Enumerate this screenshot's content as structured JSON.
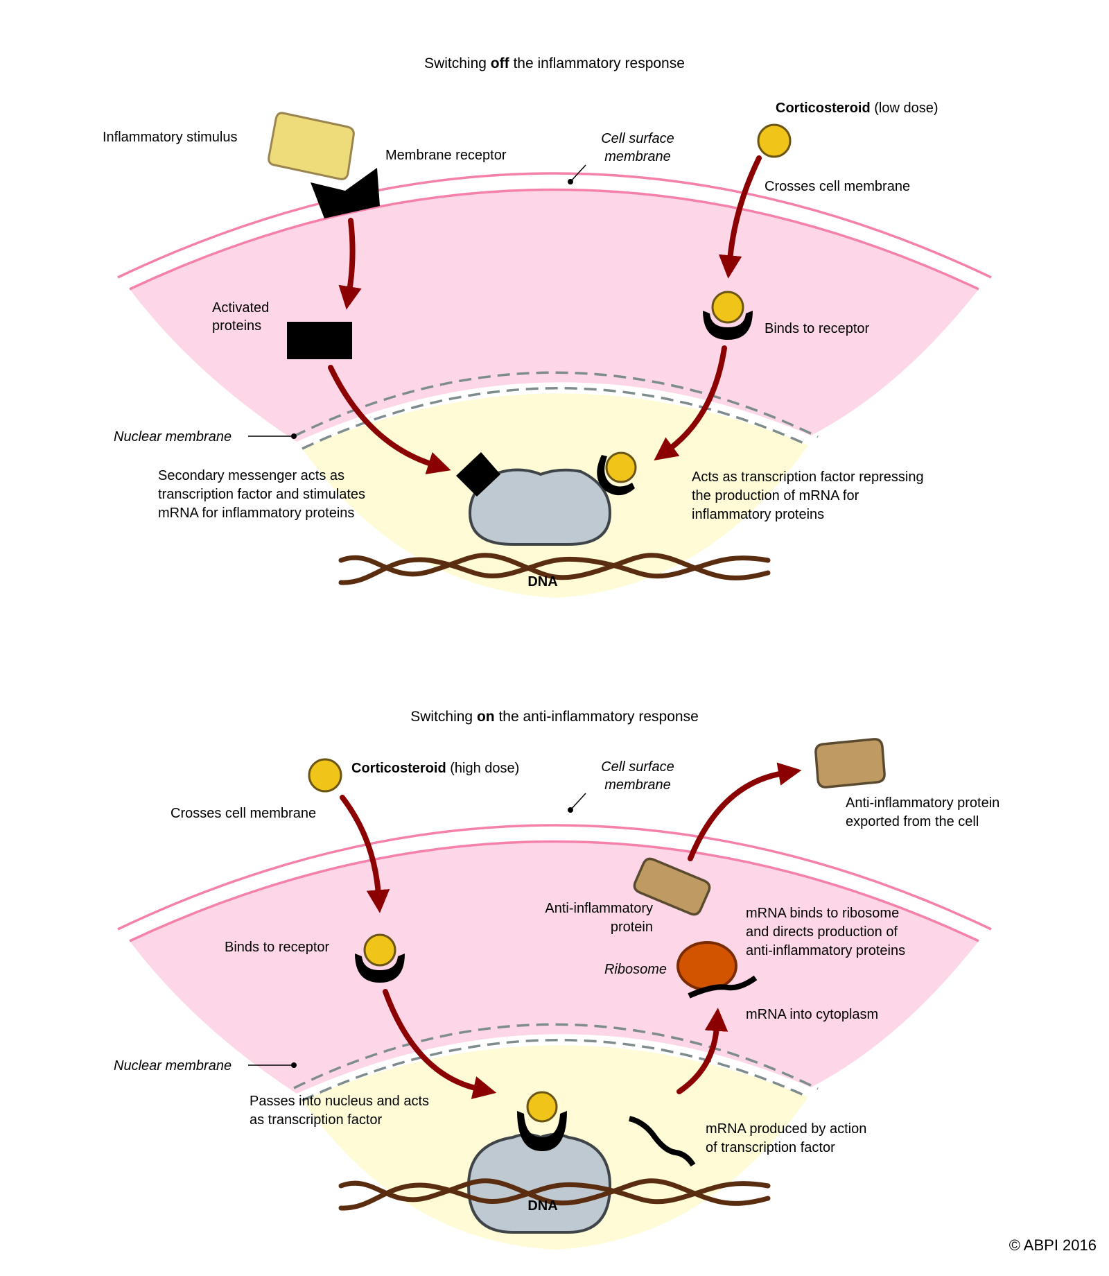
{
  "colors": {
    "membrane": "#f580aa",
    "cytoplasm": "#fdd7e8",
    "nucleus": "#fefbd6",
    "nuclear_membrane": "#7f8c8d",
    "arrow": "#8b0000",
    "corticosteroid_fill": "#f0c419",
    "corticosteroid_stroke": "#6b5515",
    "stimulus_fill": "#eedc7a",
    "stimulus_stroke": "#9a8550",
    "protein_fill": "#bfc9d1",
    "protein_stroke": "#3e4448",
    "dna": "#5a2d10",
    "anti_protein_fill": "#bf9b63",
    "anti_protein_stroke": "#5a4a30",
    "ribosome_fill": "#d35400",
    "ribosome_stroke": "#7a2c00"
  },
  "top_panel": {
    "title_prefix": "Switching ",
    "title_bold": "off",
    "title_suffix": " the inflammatory response",
    "inflammatory_stimulus": "Inflammatory stimulus",
    "membrane_receptor": "Membrane receptor",
    "cell_surface_membrane_line1": "Cell surface",
    "cell_surface_membrane_line2": "membrane",
    "corticosteroid_bold": "Corticosteroid",
    "corticosteroid_dose": " (low dose)",
    "crosses_cell_membrane": "Crosses cell membrane",
    "activated_proteins_line1": "Activated",
    "activated_proteins_line2": "proteins",
    "binds_to_receptor": "Binds to receptor",
    "nuclear_membrane": "Nuclear membrane",
    "secondary_messenger_lines": [
      "Secondary messenger acts as",
      "transcription factor and stimulates",
      "mRNA for inflammatory proteins"
    ],
    "acts_as_tf_lines": [
      "Acts as transcription factor repressing",
      "the production of mRNA for",
      "inflammatory proteins"
    ],
    "dna": "DNA"
  },
  "bottom_panel": {
    "title_prefix": "Switching ",
    "title_bold": "on",
    "title_suffix": " the anti-inflammatory response",
    "corticosteroid_bold": "Corticosteroid",
    "corticosteroid_dose": " (high dose)",
    "crosses_cell_membrane": "Crosses cell membrane",
    "cell_surface_membrane_line1": "Cell surface",
    "cell_surface_membrane_line2": "membrane",
    "exported_lines": [
      "Anti-inflammatory protein",
      "exported from the cell"
    ],
    "anti_protein_line1": "Anti-inflammatory",
    "anti_protein_line2": "protein",
    "mrna_binds_lines": [
      "mRNA binds to ribosome",
      "and directs production of",
      "anti-inflammatory proteins"
    ],
    "binds_to_receptor": "Binds to receptor",
    "ribosome": "Ribosome",
    "mrna_into_cytoplasm": "mRNA into cytoplasm",
    "nuclear_membrane": "Nuclear membrane",
    "passes_into_nucleus_lines": [
      "Passes into nucleus and acts",
      "as transcription factor"
    ],
    "mrna_produced_lines": [
      "mRNA produced by action",
      "of transcription factor"
    ],
    "dna": "DNA"
  },
  "copyright": "© ABPI 2016"
}
